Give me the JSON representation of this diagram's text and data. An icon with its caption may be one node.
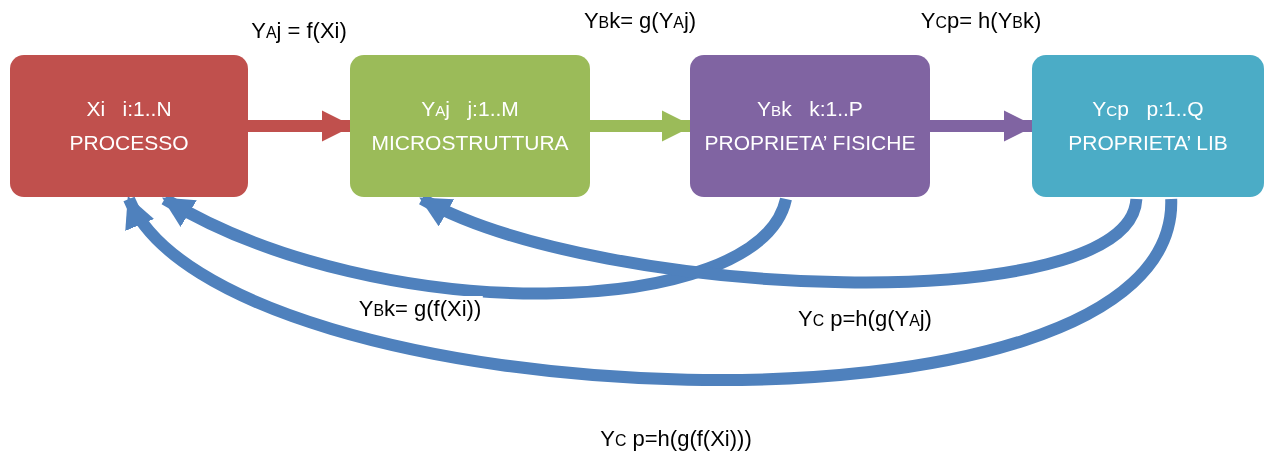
{
  "diagram": {
    "nodes": [
      {
        "text": [
          "Xi   i:1..N",
          "PROCESSO"
        ]
      },
      {
        "text": [
          "Y$_{A}$j   j:1..M",
          "MICROSTRUTTURA"
        ]
      },
      {
        "text": [
          "Y$_{B}$k   k:1..P",
          "PROPRIETA’ FISICHE"
        ]
      },
      {
        "text": [
          "Y$_{C}$p   p:1..Q",
          "PROPRIETA’ LIB"
        ]
      }
    ],
    "edges": [
      {
        "from": 0,
        "to": 1,
        "arrow": "to",
        "label": "Y$_{A}$j = f(Xi)",
        "color": "#c0504d"
      },
      {
        "from": 1,
        "to": 2,
        "arrow": "to",
        "label": "Y$_{B}$k= g(Y$_{A}$j)",
        "color": "#9bbb59"
      },
      {
        "from": 2,
        "to": 3,
        "arrow": "to",
        "label": "Y$_{C}$p= h(Y$_{B}$k)",
        "color": "#8064a2"
      },
      {
        "from": 2,
        "to": 0,
        "arrow": "to",
        "label": "Y$_{B}$k= g(f(Xi))",
        "color": "#4f81bd"
      },
      {
        "from": 3,
        "to": 1,
        "arrow": "to",
        "label": "Y$_{C}$ p=h(g(Y$_{A}$j)",
        "color": "#4f81bd"
      },
      {
        "from": 3,
        "to": 0,
        "arrow": "to",
        "label": "Y$_{C}$ p=h(g(f(Xi)))",
        "color": "#4f81bd"
      }
    ]
  }
}
